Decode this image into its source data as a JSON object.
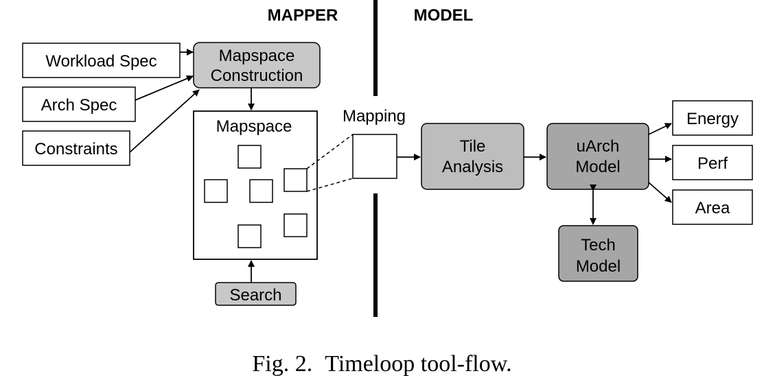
{
  "headers": {
    "mapper": "MAPPER",
    "model": "MODEL"
  },
  "inputs": {
    "workload_spec": "Workload Spec",
    "arch_spec": "Arch Spec",
    "constraints": "Constraints"
  },
  "mapspace_construction": {
    "line1": "Mapspace",
    "line2": "Construction"
  },
  "mapspace": {
    "label": "Mapspace"
  },
  "search": "Search",
  "mapping": "Mapping",
  "tile_analysis": {
    "line1": "Tile",
    "line2": "Analysis"
  },
  "uarch_model": {
    "line1": "uArch",
    "line2": "Model"
  },
  "tech_model": {
    "line1": "Tech",
    "line2": "Model"
  },
  "outputs": {
    "energy": "Energy",
    "perf": "Perf",
    "area": "Area"
  },
  "caption": {
    "number": "Fig. 2.",
    "text": "Timeloop tool-flow."
  },
  "colors": {
    "light_gray": "#c8c8c8",
    "mid_gray": "#bdbdbd",
    "dark_gray": "#a6a6a6",
    "stroke": "#000000"
  }
}
